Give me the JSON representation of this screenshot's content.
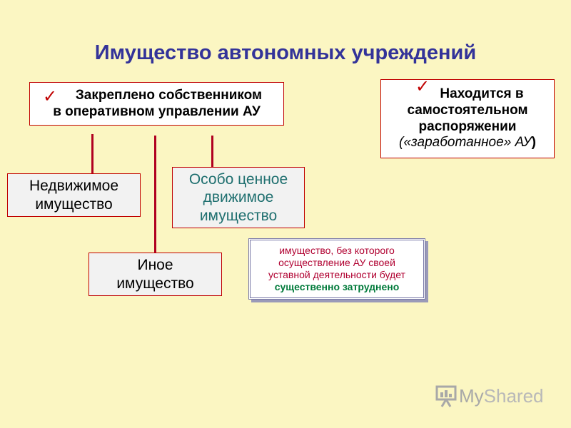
{
  "title": "Имущество автономных учреждений",
  "fixed_box": {
    "line1": "Закреплено собственником",
    "line2": "в оперативном управлении АУ"
  },
  "independent_box": {
    "line1": "Находится в",
    "line2": "самостоятельном",
    "line3": "распоряжении",
    "line4_italic": "(«заработанное» АУ",
    "line4_paren": ")"
  },
  "realty_box": {
    "line1": "Недвижимое",
    "line2": "имущество"
  },
  "valuable_box": {
    "line1": "Особо ценное",
    "line2": "движимое",
    "line3": "имущество"
  },
  "other_box": {
    "line1": "Иное",
    "line2": "имущество"
  },
  "note_box": {
    "line1": "имущество, без которого",
    "line2": "осуществление АУ своей",
    "line3": "уставной деятельности будет",
    "line4": "существенно затруднено"
  },
  "watermark": {
    "text_my": "My",
    "text_shared": "Shared"
  },
  "colors": {
    "background": "#fbf6c2",
    "title": "#333399",
    "border": "#c00000",
    "connector": "#b00020",
    "teal_text": "#1f6f6f",
    "note_text": "#b00030",
    "note_emphasis": "#007a3a"
  }
}
